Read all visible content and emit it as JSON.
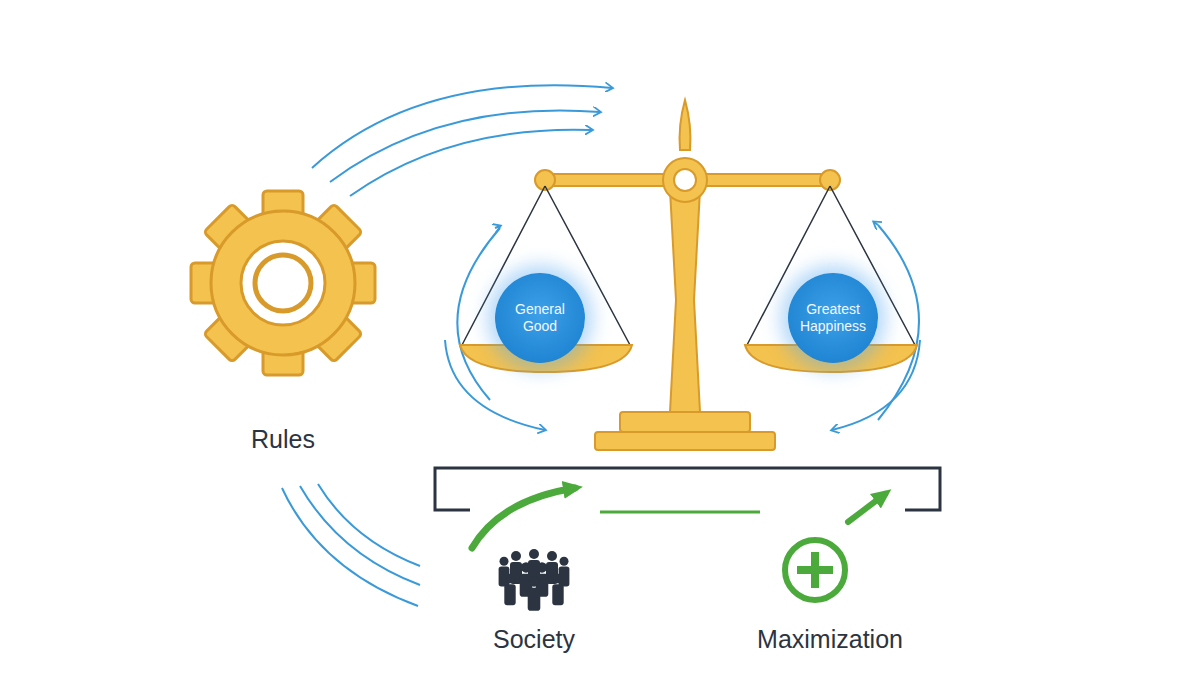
{
  "diagram": {
    "nodes": [
      {
        "text": [
          "Rules"
        ]
      },
      {
        "text": [
          "General Good"
        ]
      },
      {
        "text": [
          "Greatest Happiness"
        ]
      },
      {
        "text": [
          "Society"
        ]
      },
      {
        "text": [
          "Maximization"
        ]
      }
    ],
    "edges": [
      {
        "from": 3,
        "to": 4,
        "arrow": "none"
      }
    ]
  }
}
